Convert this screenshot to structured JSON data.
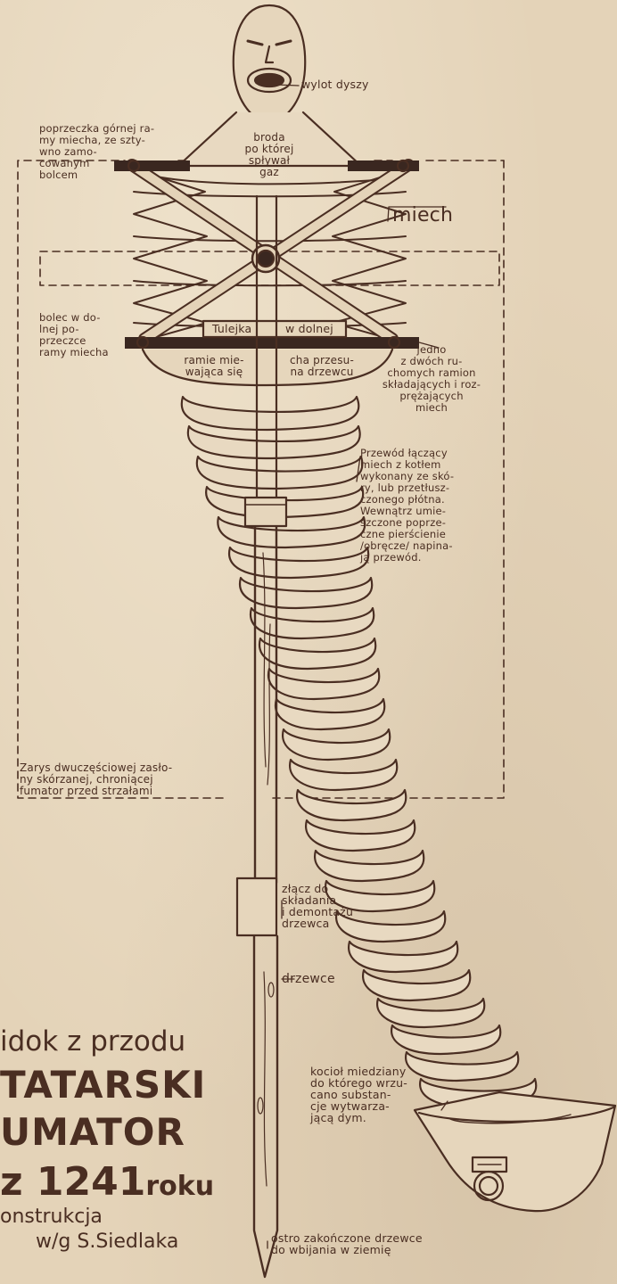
{
  "labels": {
    "nozzle_outlet": "wylot dyszy",
    "chin": "broda\npo której\nspływał\ngaz",
    "upper_crossbar": "poprzeczka górnej ra-\nmy miecha, ze szty-\nwno zamo-\ncowanym\nbolcem",
    "bellows": "miech",
    "lower_bolt": "bolec w do-\nlnej po-\nprzeczce\nramy miecha",
    "sleeve_left": "Tulejka",
    "sleeve_right": "w dolnej",
    "frame_slide_left": "ramie mie-\nwająca się",
    "frame_slide_right": "cha przesu-\nna drzewcu",
    "arm": "jedno\nz dwóch ru-\nchomych ramion\nskładających i roz-\nprężających\nmiech",
    "hose": "Przewód łączący\nmiech z kotłem\nwykonany ze skó-\nry, lub przetłusz-\nczonego płótna.\nWewnątrz umie-\nszczone poprze-\nczne pierścienie\n/obręcze/ napina-\nją przewód.",
    "shield": "Zarys dwuczęściowej zasło-\nny skórzanej, chroniącej\nfumator przed strzałami",
    "joint": "złącz do\nskładania\ni demontażu\ndrzewca",
    "shaft": "drzewce",
    "cauldron": "kocioł miedziany\ndo którego wrzu-\ncano substan-\ncje wytwarza-\njącą dym.",
    "sharp_end": "ostro zakończone drzewce\ndo wbijania w ziemię"
  },
  "title": {
    "view": "idok z przodu",
    "line1": "TATARSKI",
    "line2": "UMATOR",
    "year": "z 1241",
    "year_suffix": "roku",
    "line4": "onstrukcja",
    "line5": "w/g  S.Siedlaka"
  },
  "colors": {
    "ink": "#4a2e22",
    "paper": "#e4d3b8",
    "dark_bar": "#3a2720"
  }
}
